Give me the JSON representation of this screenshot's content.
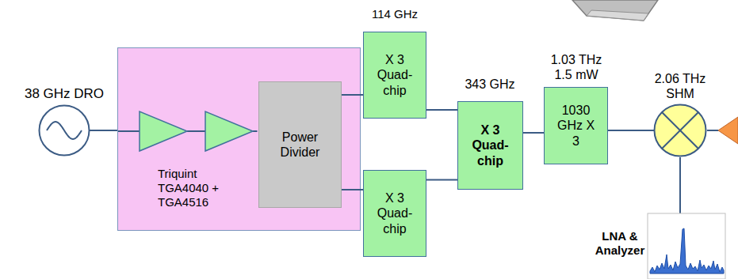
{
  "diagram": {
    "nodes": [
      {
        "text": [
          "38 GHz DRO"
        ]
      },
      {
        "text": [
          "Triquint TGA4040 + TGA4516"
        ]
      },
      {
        "text": [
          "Power Divider"
        ],
        "in": 1
      },
      {
        "text": [
          "X 3 Quad-chip"
        ]
      },
      {
        "text": [
          "X 3 Quad-chip"
        ]
      },
      {
        "text": [
          "X 3 Quad-chip"
        ]
      },
      {
        "text": [
          "1030 GHz X 3"
        ]
      },
      {
        "text": [
          "2.06 THz SHM"
        ]
      }
    ],
    "edges": [
      {
        "from": 0,
        "to": 1,
        "arrow": "none"
      },
      {
        "from": 2,
        "to": 3,
        "arrow": "none"
      },
      {
        "from": 2,
        "to": 4,
        "arrow": "none"
      },
      {
        "from": 3,
        "to": 5,
        "arrow": "none"
      },
      {
        "from": 4,
        "to": 5,
        "arrow": "none"
      },
      {
        "from": 5,
        "to": 6,
        "arrow": "none"
      },
      {
        "from": 6,
        "to": 7,
        "arrow": "none"
      }
    ],
    "labels": [
      "114 GHz",
      "343 GHz",
      "1.03 THz 1.5 mW",
      "LNA & Analyzer"
    ]
  }
}
